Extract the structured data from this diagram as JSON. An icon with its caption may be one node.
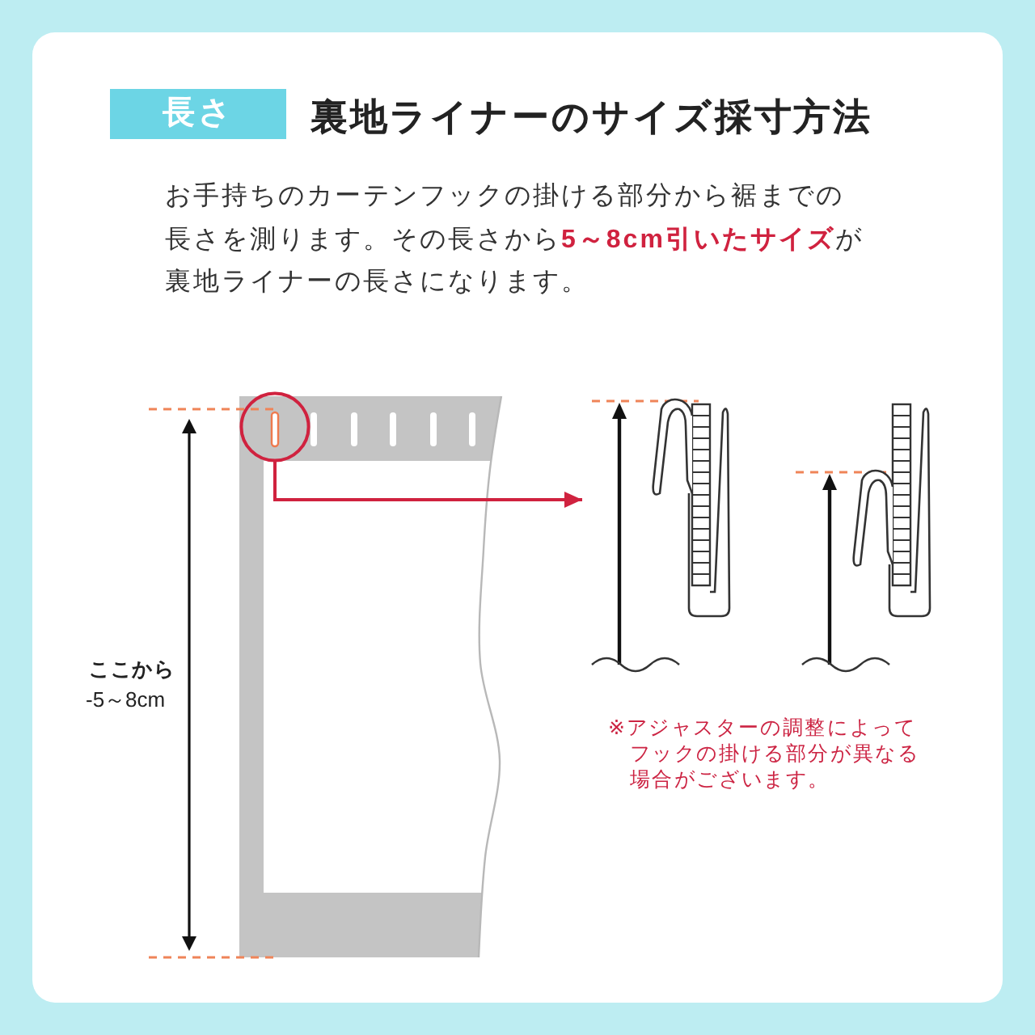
{
  "diagram": {
    "title": "裏地ライナーのサイズ採寸方法",
    "nodes": [
      {
        "text": [
          "長さ"
        ]
      },
      {
        "text": [],
        "shape": "circle"
      },
      {
        "text": [],
        "shape": "picture"
      }
    ],
    "edges": [
      {
        "from": 1,
        "to": 2,
        "arrow": "to",
        "color": "#d0223f"
      }
    ],
    "labels": [
      "お手持ちのカーテンフックの掛ける部分から裾までの長さを測ります。その長さから**5～8cm引いたサイズ**が裏地ライナーの長さになります。",
      "ここから",
      "-5～8cm",
      "※アジャスターの調整によってフックの掛ける部分が異なる場合がございます。"
    ]
  }
}
